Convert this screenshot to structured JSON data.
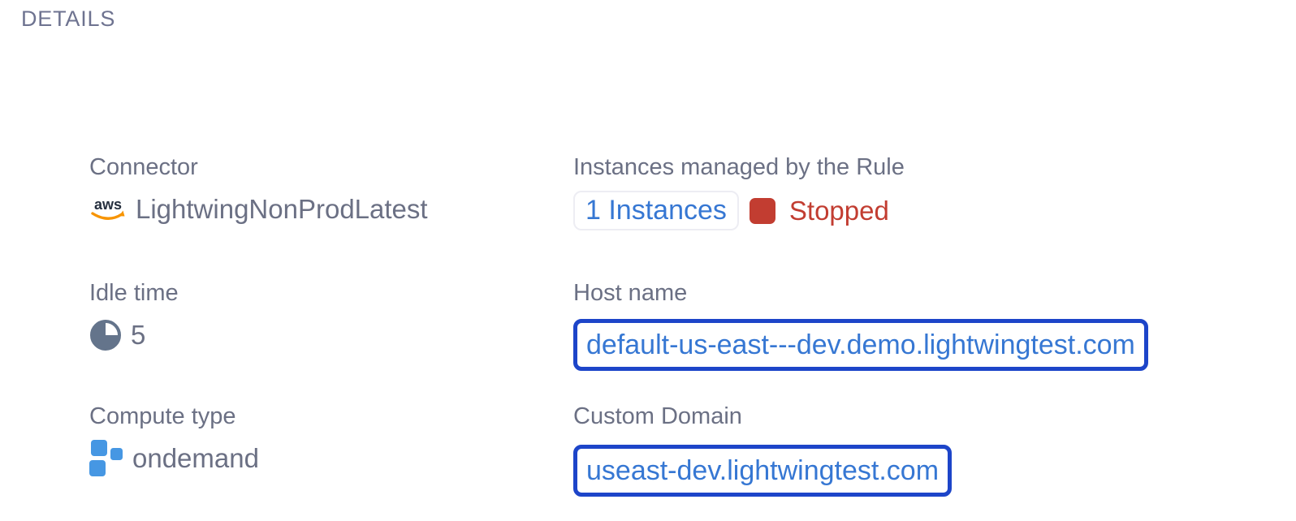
{
  "panel": {
    "title": "DETAILS"
  },
  "fields": {
    "connector": {
      "label": "Connector",
      "icon": "aws-logo-icon",
      "value": "LightwingNonProdLatest"
    },
    "instances": {
      "label": "Instances managed by the Rule",
      "link": "1 Instances",
      "status": "Stopped",
      "status_color": "#c23d31"
    },
    "idle_time": {
      "label": "Idle time",
      "icon": "idle-time-pie-icon",
      "value": "5"
    },
    "host_name": {
      "label": "Host name",
      "value": "default-us-east---dev.demo.lightwingtest.com"
    },
    "compute_type": {
      "label": "Compute type",
      "icon": "compute-squares-icon",
      "value": "ondemand"
    },
    "custom_domain": {
      "label": "Custom Domain",
      "value": "useast-dev.lightwingtest.com"
    }
  },
  "colors": {
    "label_gray": "#6b7084",
    "title_gray": "#6e7390",
    "link_blue": "#3677d3",
    "border_blue": "#1d45c9",
    "status_red": "#c23d31",
    "compute_icon_blue": "#4697e3",
    "pie_icon_slate": "#64748b",
    "aws_navy": "#252f3e",
    "aws_orange": "#f79400"
  }
}
